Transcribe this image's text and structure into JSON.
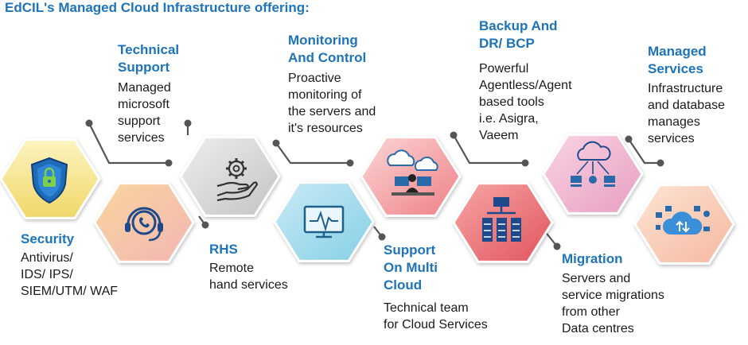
{
  "title": "EdCIL's Managed Cloud Infrastructure offering:",
  "services": [
    {
      "heading": [
        "Security"
      ],
      "body": [
        "Antivirus/",
        "IDS/ IPS/",
        "SIEM/UTM/ WAF"
      ],
      "icon": "shield-lock-icon"
    },
    {
      "heading": [
        "Technical",
        "Support"
      ],
      "body": [
        "Managed",
        "microsoft",
        "support",
        "services"
      ],
      "icon": "headset-support-icon"
    },
    {
      "heading": [
        "RHS"
      ],
      "body": [
        "Remote",
        "hand services"
      ],
      "icon": "gear-hand-icon"
    },
    {
      "heading": [
        "Monitoring",
        "And Control"
      ],
      "body": [
        "Proactive",
        "monitoring of",
        "the servers and",
        "it's resources"
      ],
      "icon": "monitor-pulse-icon"
    },
    {
      "heading": [
        "Support",
        "On Multi",
        "Cloud"
      ],
      "body": [
        "Technical team",
        "for Cloud Services"
      ],
      "icon": "cloud-workstation-icon"
    },
    {
      "heading": [
        "Backup And",
        "DR/ BCP"
      ],
      "body": [
        "Powerful",
        "Agentless/Agent",
        "based tools",
        "i.e. Asigra,",
        "Vaeem"
      ],
      "icon": "server-network-icon"
    },
    {
      "heading": [
        "Migration"
      ],
      "body": [
        "Servers and",
        "service migrations",
        "from other",
        "Data centres"
      ],
      "icon": "cloud-migration-icon"
    },
    {
      "heading": [
        "Managed",
        "Services"
      ],
      "body": [
        "Infrastructure",
        "and database",
        "manages",
        "services"
      ],
      "icon": "cloud-services-icon"
    }
  ],
  "colors": {
    "heading": "#1e74b8",
    "text": "#1a1a1a",
    "connector": "#555555"
  }
}
